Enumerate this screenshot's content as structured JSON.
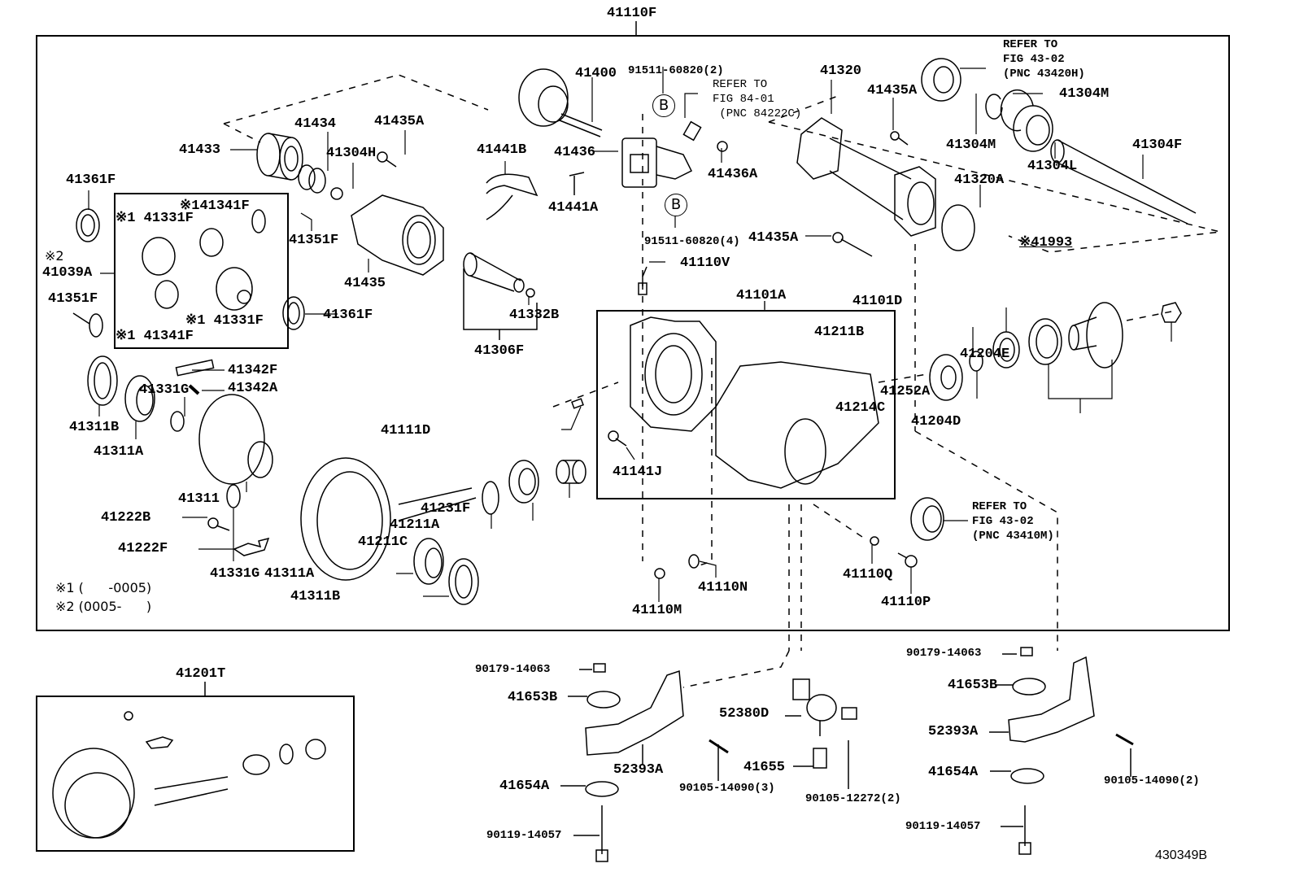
{
  "diagram": {
    "figure_number": "430349B",
    "top_assembly": "41110F",
    "kit_assembly": "41201T",
    "case_assembly": "41101A",
    "notes": [
      "※1 (      -0005)",
      "※2 (0005-      )"
    ],
    "marker_b": "B",
    "refer_notes": {
      "speed_sensor": [
        "REFER TO",
        "FIG 84-01",
        " (PNC 84222C)"
      ],
      "oil_seal_top": [
        "REFER TO",
        "FIG 43-02",
        "(PNC 43420H)"
      ],
      "oil_seal_bottom": [
        "REFER TO",
        "FIG 43-02",
        "(PNC 43410M)"
      ]
    },
    "labels": {
      "p41433": "41433",
      "p41434": "41434",
      "p41435A_a": "41435A",
      "p41304H": "41304H",
      "p41361F_a": "41361F",
      "p41341F_a": "※141341F",
      "p41331F_a": "※1 41331F",
      "p41351F_a": "41351F",
      "p41039A_mark": "※2",
      "p41039A": "41039A",
      "p41351F_b": "41351F",
      "p41331F_b": "※1 41331F",
      "p41341F_b": "※1 41341F",
      "p41435": "41435",
      "p41361F_b": "41361F",
      "p41400": "41400",
      "p91511_2": "91511-60820(2)",
      "p41441B": "41441B",
      "p41436": "41436",
      "p41441A": "41441A",
      "p41436A": "41436A",
      "p91511_4": "91511-60820(4)",
      "p41435A_b": "41435A",
      "p41110V": "41110V",
      "p41332B": "41332B",
      "p41306F": "41306F",
      "p41320": "41320",
      "p41435A_c": "41435A",
      "p41304M_a": "41304M",
      "p41304M_b": "41304M",
      "p41304L": "41304L",
      "p41304F": "41304F",
      "p41320A": "41320A",
      "p41993": "※41993",
      "p41342F": "41342F",
      "p41342A": "41342A",
      "p41311B_a": "41311B",
      "p41311A_a": "41311A",
      "p41331G_a": "41331G",
      "p41311": "41311",
      "p41222B": "41222B",
      "p41222F": "41222F",
      "p41331G_b": "41331G",
      "p41311A_b": "41311A",
      "p41311B_b": "41311B",
      "p41211C": "41211C",
      "p41211A": "41211A",
      "p41231F": "41231F",
      "p41111D": "41111D",
      "p41141J": "41141J",
      "p41211B": "41211B",
      "p41101D": "41101D",
      "p41204E": "41204E",
      "p41214C": "41214C",
      "p41252A": "41252A",
      "p41204D": "41204D",
      "p41110M": "41110M",
      "p41110N": "41110N",
      "p41110Q": "41110Q",
      "p41110P": "41110P",
      "p90179_a": "90179-14063",
      "p41653B_a": "41653B",
      "p52393A_a": "52393A",
      "p41654A_a": "41654A",
      "p90119_a": "90119-14057",
      "p90105_3": "90105-14090(3)",
      "p52380D": "52380D",
      "p41655": "41655",
      "p90105_12272": "90105-12272(2)",
      "p90179_b": "90179-14063",
      "p41653B_b": "41653B",
      "p52393A_b": "52393A",
      "p41654A_b": "41654A",
      "p90119_b": "90119-14057",
      "p90105_2": "90105-14090(2)"
    }
  }
}
